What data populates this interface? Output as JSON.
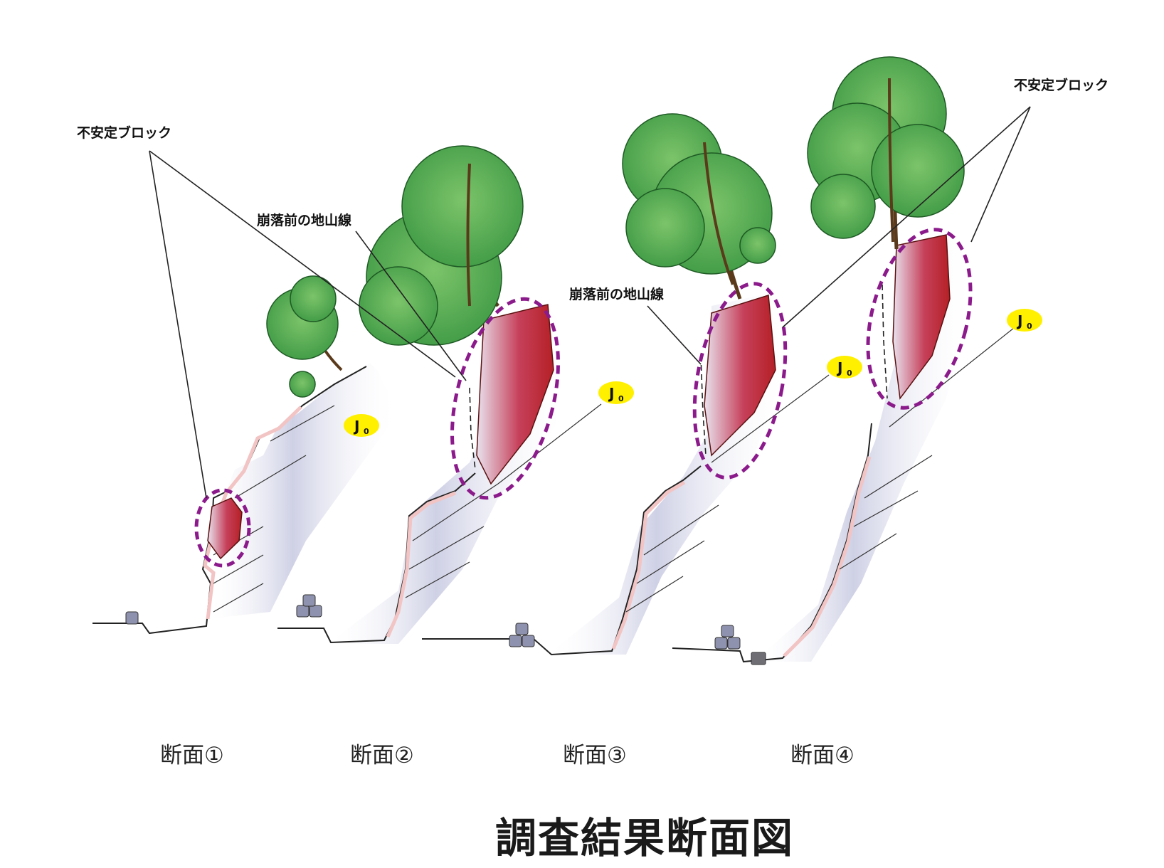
{
  "title": "調査結果断面図",
  "labels": {
    "unstable_block": "不安定ブロック",
    "pre_collapse_line": "崩落前の地山線"
  },
  "joint_label": {
    "main": "J",
    "sub": "0"
  },
  "sections": [
    {
      "id": 1,
      "label": "断面①"
    },
    {
      "id": 2,
      "label": "断面②"
    },
    {
      "id": 3,
      "label": "断面③"
    },
    {
      "id": 4,
      "label": "断面④"
    }
  ],
  "colors": {
    "unstable_outline": "#8b1a8b",
    "unstable_fill": "#b8232a",
    "tree": "#5fb04f",
    "rock": "#9a9ab8",
    "joint_badge": "#fff000",
    "slope_surface": "#f2c4c4"
  }
}
